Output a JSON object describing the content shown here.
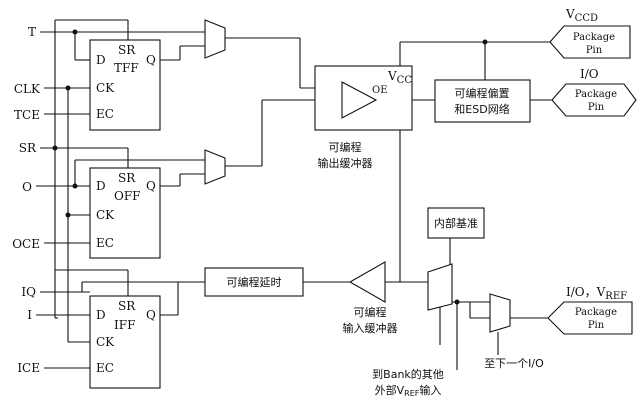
{
  "inputs": {
    "T": "T",
    "CLK": "CLK",
    "TCE": "TCE",
    "SR": "SR",
    "O": "O",
    "OCE": "OCE",
    "IQ": "IQ",
    "I": "I",
    "ICE": "ICE"
  },
  "flipflops": [
    {
      "name": "TFF",
      "sr": "SR",
      "d": "D",
      "q": "Q",
      "ck": "CK",
      "ec": "EC"
    },
    {
      "name": "OFF",
      "sr": "SR",
      "d": "D",
      "q": "Q",
      "ck": "CK",
      "ec": "EC"
    },
    {
      "name": "IFF",
      "sr": "SR",
      "d": "D",
      "q": "Q",
      "ck": "CK",
      "ec": "EC"
    }
  ],
  "output_buffer": {
    "oe": "OE",
    "vcc_main": "V",
    "vcc_sub": "CC",
    "caption_line1": "可编程",
    "caption_line2": "输出缓冲器"
  },
  "bias_esd": {
    "line1": "可编程偏置",
    "line2": "和ESD网络"
  },
  "pins": {
    "vccd": {
      "label_main": "V",
      "label_sub": "CCD",
      "line1": "Package",
      "line2": "Pin"
    },
    "io": {
      "label": "I/O",
      "line1": "Package",
      "line2": "Pin"
    },
    "io_vref": {
      "label_main": "I/O，V",
      "label_sub": "REF",
      "line1": "Package",
      "line2": "Pin"
    }
  },
  "delay": {
    "label": "可编程延时"
  },
  "input_buffer": {
    "caption_line1": "可编程",
    "caption_line2": "输入缓冲器"
  },
  "internal_ref": {
    "label": "内部基准"
  },
  "notes": {
    "bank_line1": "到Bank的其他",
    "bank_line2_a": "外部V",
    "bank_line2_sub": "REF",
    "bank_line2_b": "输入",
    "next_io": "至下一个I/O"
  }
}
